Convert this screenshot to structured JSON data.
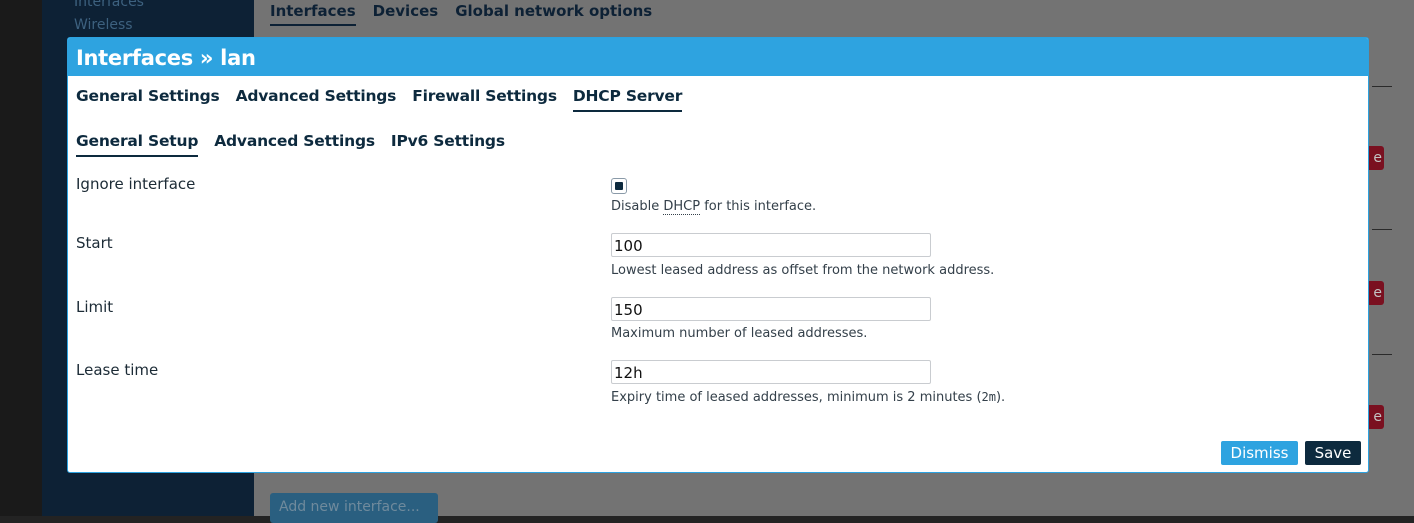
{
  "background": {
    "sidebar_items": [
      "Interfaces",
      "Wireless"
    ],
    "tabs": [
      "Interfaces",
      "Devices",
      "Global network options"
    ],
    "delete_fragment": "e",
    "add_button": "Add new interface..."
  },
  "modal": {
    "title": "Interfaces » lan",
    "tabs": [
      "General Settings",
      "Advanced Settings",
      "Firewall Settings",
      "DHCP Server"
    ],
    "active_tab": "DHCP Server",
    "subtabs": [
      "General Setup",
      "Advanced Settings",
      "IPv6 Settings"
    ],
    "active_subtab": "General Setup",
    "ignore_interface": {
      "label": "Ignore interface",
      "checked": true,
      "desc_prefix": "Disable ",
      "desc_abbr": "DHCP",
      "desc_suffix": " for this interface."
    },
    "start": {
      "label": "Start",
      "value": "100",
      "desc": "Lowest leased address as offset from the network address."
    },
    "limit": {
      "label": "Limit",
      "value": "150",
      "desc": "Maximum number of leased addresses."
    },
    "leasetime": {
      "label": "Lease time",
      "value": "12h",
      "desc_prefix": "Expiry time of leased addresses, minimum is 2 minutes (",
      "desc_code": "2m",
      "desc_suffix": ")."
    },
    "dismiss_label": "Dismiss",
    "save_label": "Save"
  },
  "colors": {
    "accent": "#2ea3e0",
    "dark": "#0d2a3e",
    "danger": "#7a1020"
  }
}
